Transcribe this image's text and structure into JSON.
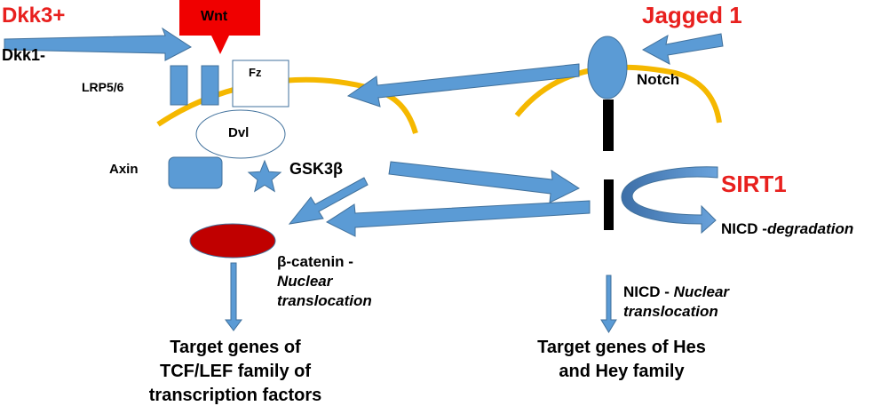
{
  "labels": {
    "dkk3": "Dkk3+",
    "dkk1": "Dkk1-",
    "wnt": "Wnt",
    "lrp": "LRP5/6",
    "fz": "Fz",
    "dvl": "Dvl",
    "axin": "Axin",
    "gsk": "GSK3β",
    "jagged": "Jagged 1",
    "notch": "Notch",
    "sirt1": "SIRT1",
    "nicd_deg_prefix": "NICD -",
    "nicd_deg_italic": "degradation",
    "bcat_line1": "β-catenin -",
    "bcat_line2": "Nuclear",
    "bcat_line3": "translocation",
    "nicd_nuc_line1_prefix": "NICD - ",
    "nicd_nuc_line1_italic": "Nuclear",
    "nicd_nuc_line2": "translocation",
    "tcf_line1": "Target genes of",
    "tcf_line2": "TCF/LEF family of",
    "tcf_line3": "transcription factors",
    "hes_line1": "Target genes of Hes",
    "hes_line2": "and Hey family"
  },
  "colors": {
    "arrow_blue": "#5b9bd5",
    "arrow_outline": "#41719c",
    "membrane_yellow": "#f5b800",
    "wnt_red": "#f00000",
    "bcatenin_red": "#c00000",
    "label_red": "#e8201e"
  }
}
